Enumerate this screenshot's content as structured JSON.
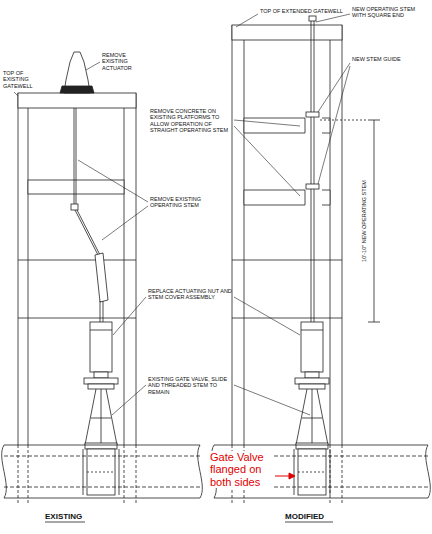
{
  "diagram": {
    "labels": [
      "TOP OF EXISTING GATEWELL",
      "REMOVE EXISTING ACTUATOR",
      "REMOVE EXISTING OPERATING STEM",
      "REPLACE ACTUATING NUT AND STEM COVER ASSEMBLY",
      "EXISTING GATE VALVE, SLIDE AND THREADED STEM TO REMAIN",
      "Gate Valve flanged on both sides",
      "EXISTING",
      "TOP OF EXTENDED GATEWELL",
      "NEW OPERATING STEM WITH SQUARE END",
      "NEW STEM GUIDE",
      "REMOVE CONCRETE ON EXISTING PLATFORMS TO ALLOW OPERATION OF STRAIGHT OPERATING STEM",
      "10'-10\" NEW OPERATING STEM",
      "MODIFIED"
    ]
  }
}
